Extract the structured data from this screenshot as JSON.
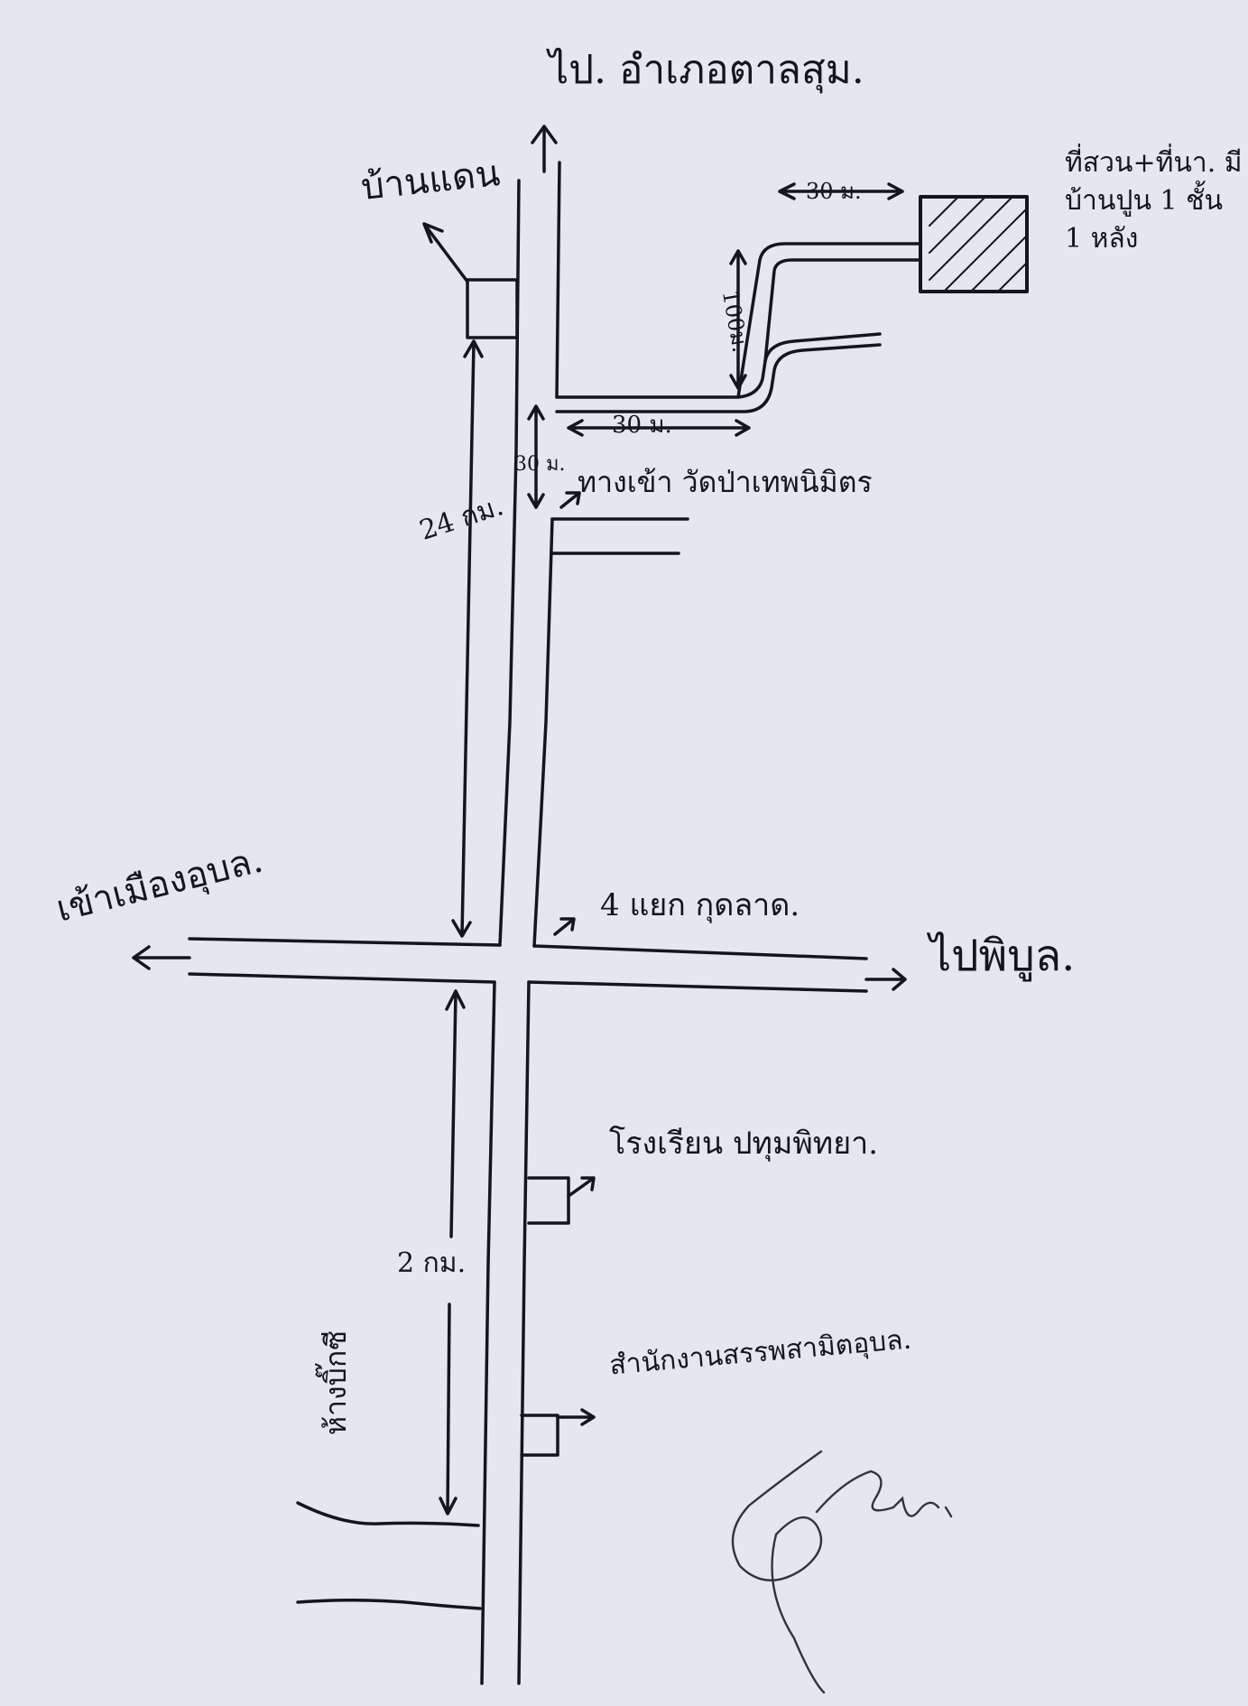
{
  "map": {
    "labels": {
      "north_road": "ไป. อำเภอตาลสุม.",
      "ban_daen": "บ้านแดน",
      "plot_info": "ที่สวน+ที่นา. มีบ้านปูน 1 ชั้น 1 หลัง",
      "dist_100m": "100ม.",
      "dist_30m_plot": "30 ม.",
      "dist_30m_lane": "30 ม.",
      "dist_30m_vertical": "30 ม.",
      "temple_entrance": "ทางเข้า วัดป่าเทพนิมิตร",
      "dist_24km": "24 กม.",
      "city_ubon": "เข้าเมืองอุบล.",
      "junction": "4 แยก กุดลาด.",
      "to_phibun": "ไปพิบูล.",
      "school": "โรงเรียน ปทุมพิทยา.",
      "dist_2km": "2 กม.",
      "health_office": "สำนักงานสรรพสามิตอุบล.",
      "market": "ห้างบิ๊กซี"
    },
    "colors": {
      "paper": "#e6e6f1",
      "ink": "#151520"
    }
  }
}
